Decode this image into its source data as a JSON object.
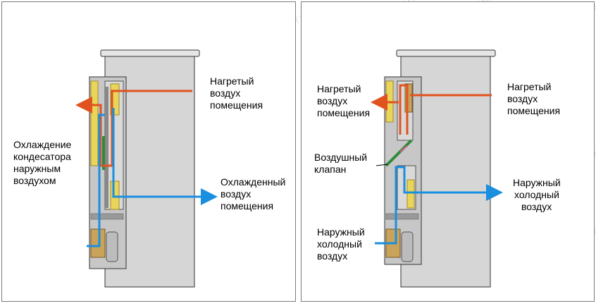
{
  "watermark": "ПРОМВЕНТХОЛОД",
  "colors": {
    "hot": "#e0531f",
    "cold": "#1a8fe0",
    "cabinet": "#d6d6d6",
    "coil": "#e9d55a",
    "coil_brown": "#b08a4e",
    "damper": "#2f8a3a"
  },
  "left_panel": {
    "label_heated": [
      "Нагретый",
      "воздух",
      "помещения"
    ],
    "label_condenser": [
      "Охлаждение",
      "кондесатора",
      "наружным",
      "воздухом"
    ],
    "label_cooled": [
      "Охлажденный",
      "воздух",
      "помещения"
    ]
  },
  "right_panel": {
    "label_heated_inner": [
      "Нагретый",
      "воздух",
      "помещения"
    ],
    "label_heated_outer": [
      "Нагретый",
      "воздух",
      "помещения"
    ],
    "label_damper": [
      "Воздушный",
      "клапан"
    ],
    "label_outdoor_right": [
      "Наружный",
      "холодный",
      "воздух"
    ],
    "label_outdoor_left": [
      "Наружный",
      "холодный",
      "воздух"
    ]
  }
}
